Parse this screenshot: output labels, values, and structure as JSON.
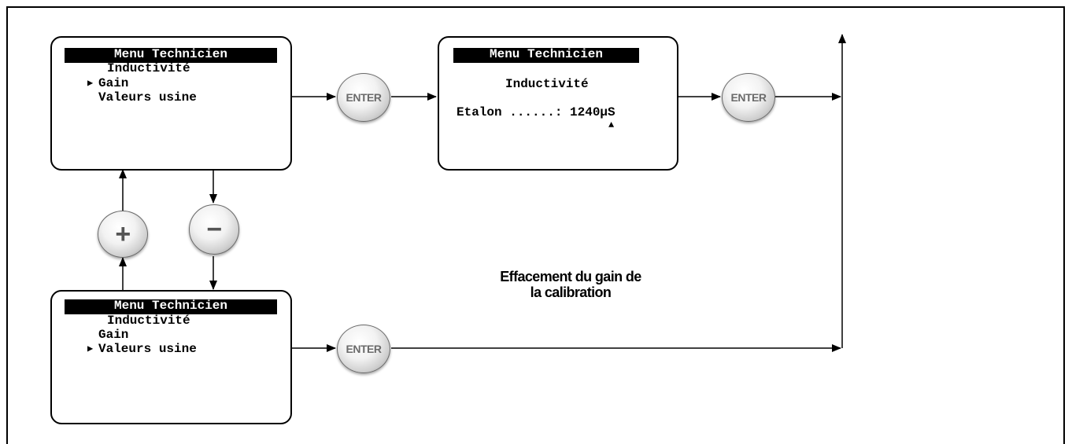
{
  "screens": {
    "top_left": {
      "title": "Menu Technicien",
      "subtitle": "Inductivité",
      "items": [
        "Gain",
        "Valeurs usine"
      ],
      "selected_marker": "▶"
    },
    "bottom_left": {
      "title": "Menu Technicien",
      "subtitle": "Inductivité",
      "items": [
        "Gain",
        "Valeurs usine"
      ],
      "selected_marker": "▶"
    },
    "top_right": {
      "title": "Menu Technicien",
      "subtitle": "Inductivité",
      "value_line": "Etalon ......: 1240µS",
      "cursor": "▲"
    }
  },
  "buttons": {
    "enter_label": "ENTER",
    "plus_label": "+",
    "minus_label": "−"
  },
  "caption": {
    "line1": "Effacement du gain de",
    "line2": "la calibration"
  }
}
